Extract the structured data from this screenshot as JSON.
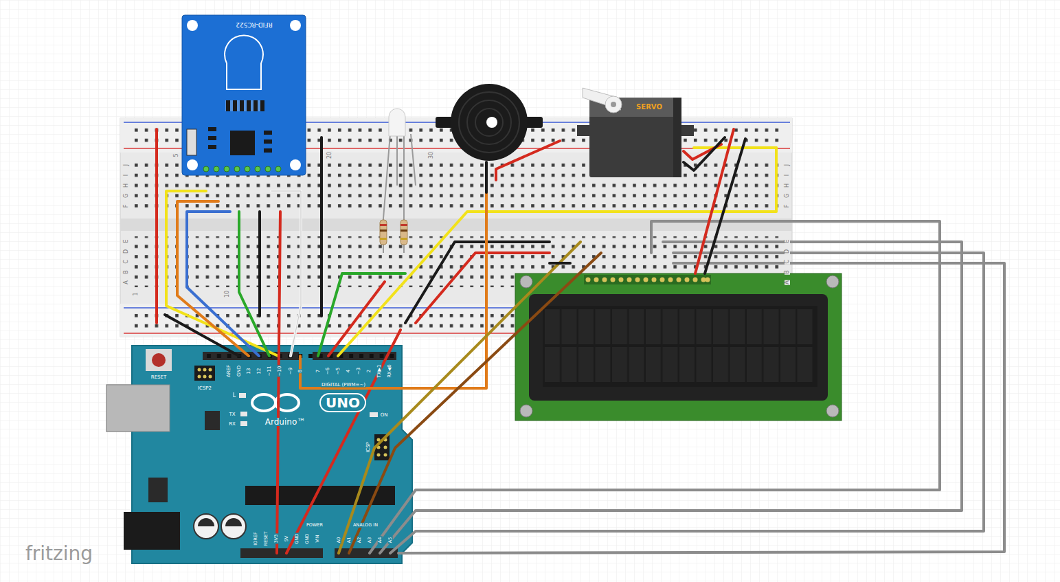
{
  "diagram": {
    "nodes": [
      {
        "text": [
          "RFID-RC522"
        ]
      },
      {
        "text": [
          "SERVO"
        ]
      },
      {
        "text": [
          "UNO",
          "Arduino™"
        ]
      }
    ],
    "labels": [
      "fritzing",
      "J",
      "I",
      "H",
      "G",
      "F",
      "E",
      "D",
      "C",
      "B",
      "A",
      "J",
      "I",
      "H",
      "G",
      "F",
      "E",
      "D",
      "C",
      "B",
      "A",
      "1",
      "5",
      "10",
      "20",
      "30",
      "AREF",
      "GND",
      "13",
      "12",
      "~11",
      "~10",
      "~9",
      "8",
      "7",
      "~6",
      "~5",
      "4",
      "~3",
      "2",
      "TX▶1",
      "RX◀0",
      "DIGITAL (PWM=~)",
      "RESET",
      "ICSP2",
      "L",
      "TX",
      "RX",
      "ON",
      "ICSP",
      "IOREF",
      "RESET",
      "3V3",
      "5V",
      "GND",
      "GND",
      "VIN",
      "POWER",
      "ANALOG IN",
      "A0",
      "A1",
      "A2",
      "A3",
      "A4",
      "A5"
    ]
  }
}
